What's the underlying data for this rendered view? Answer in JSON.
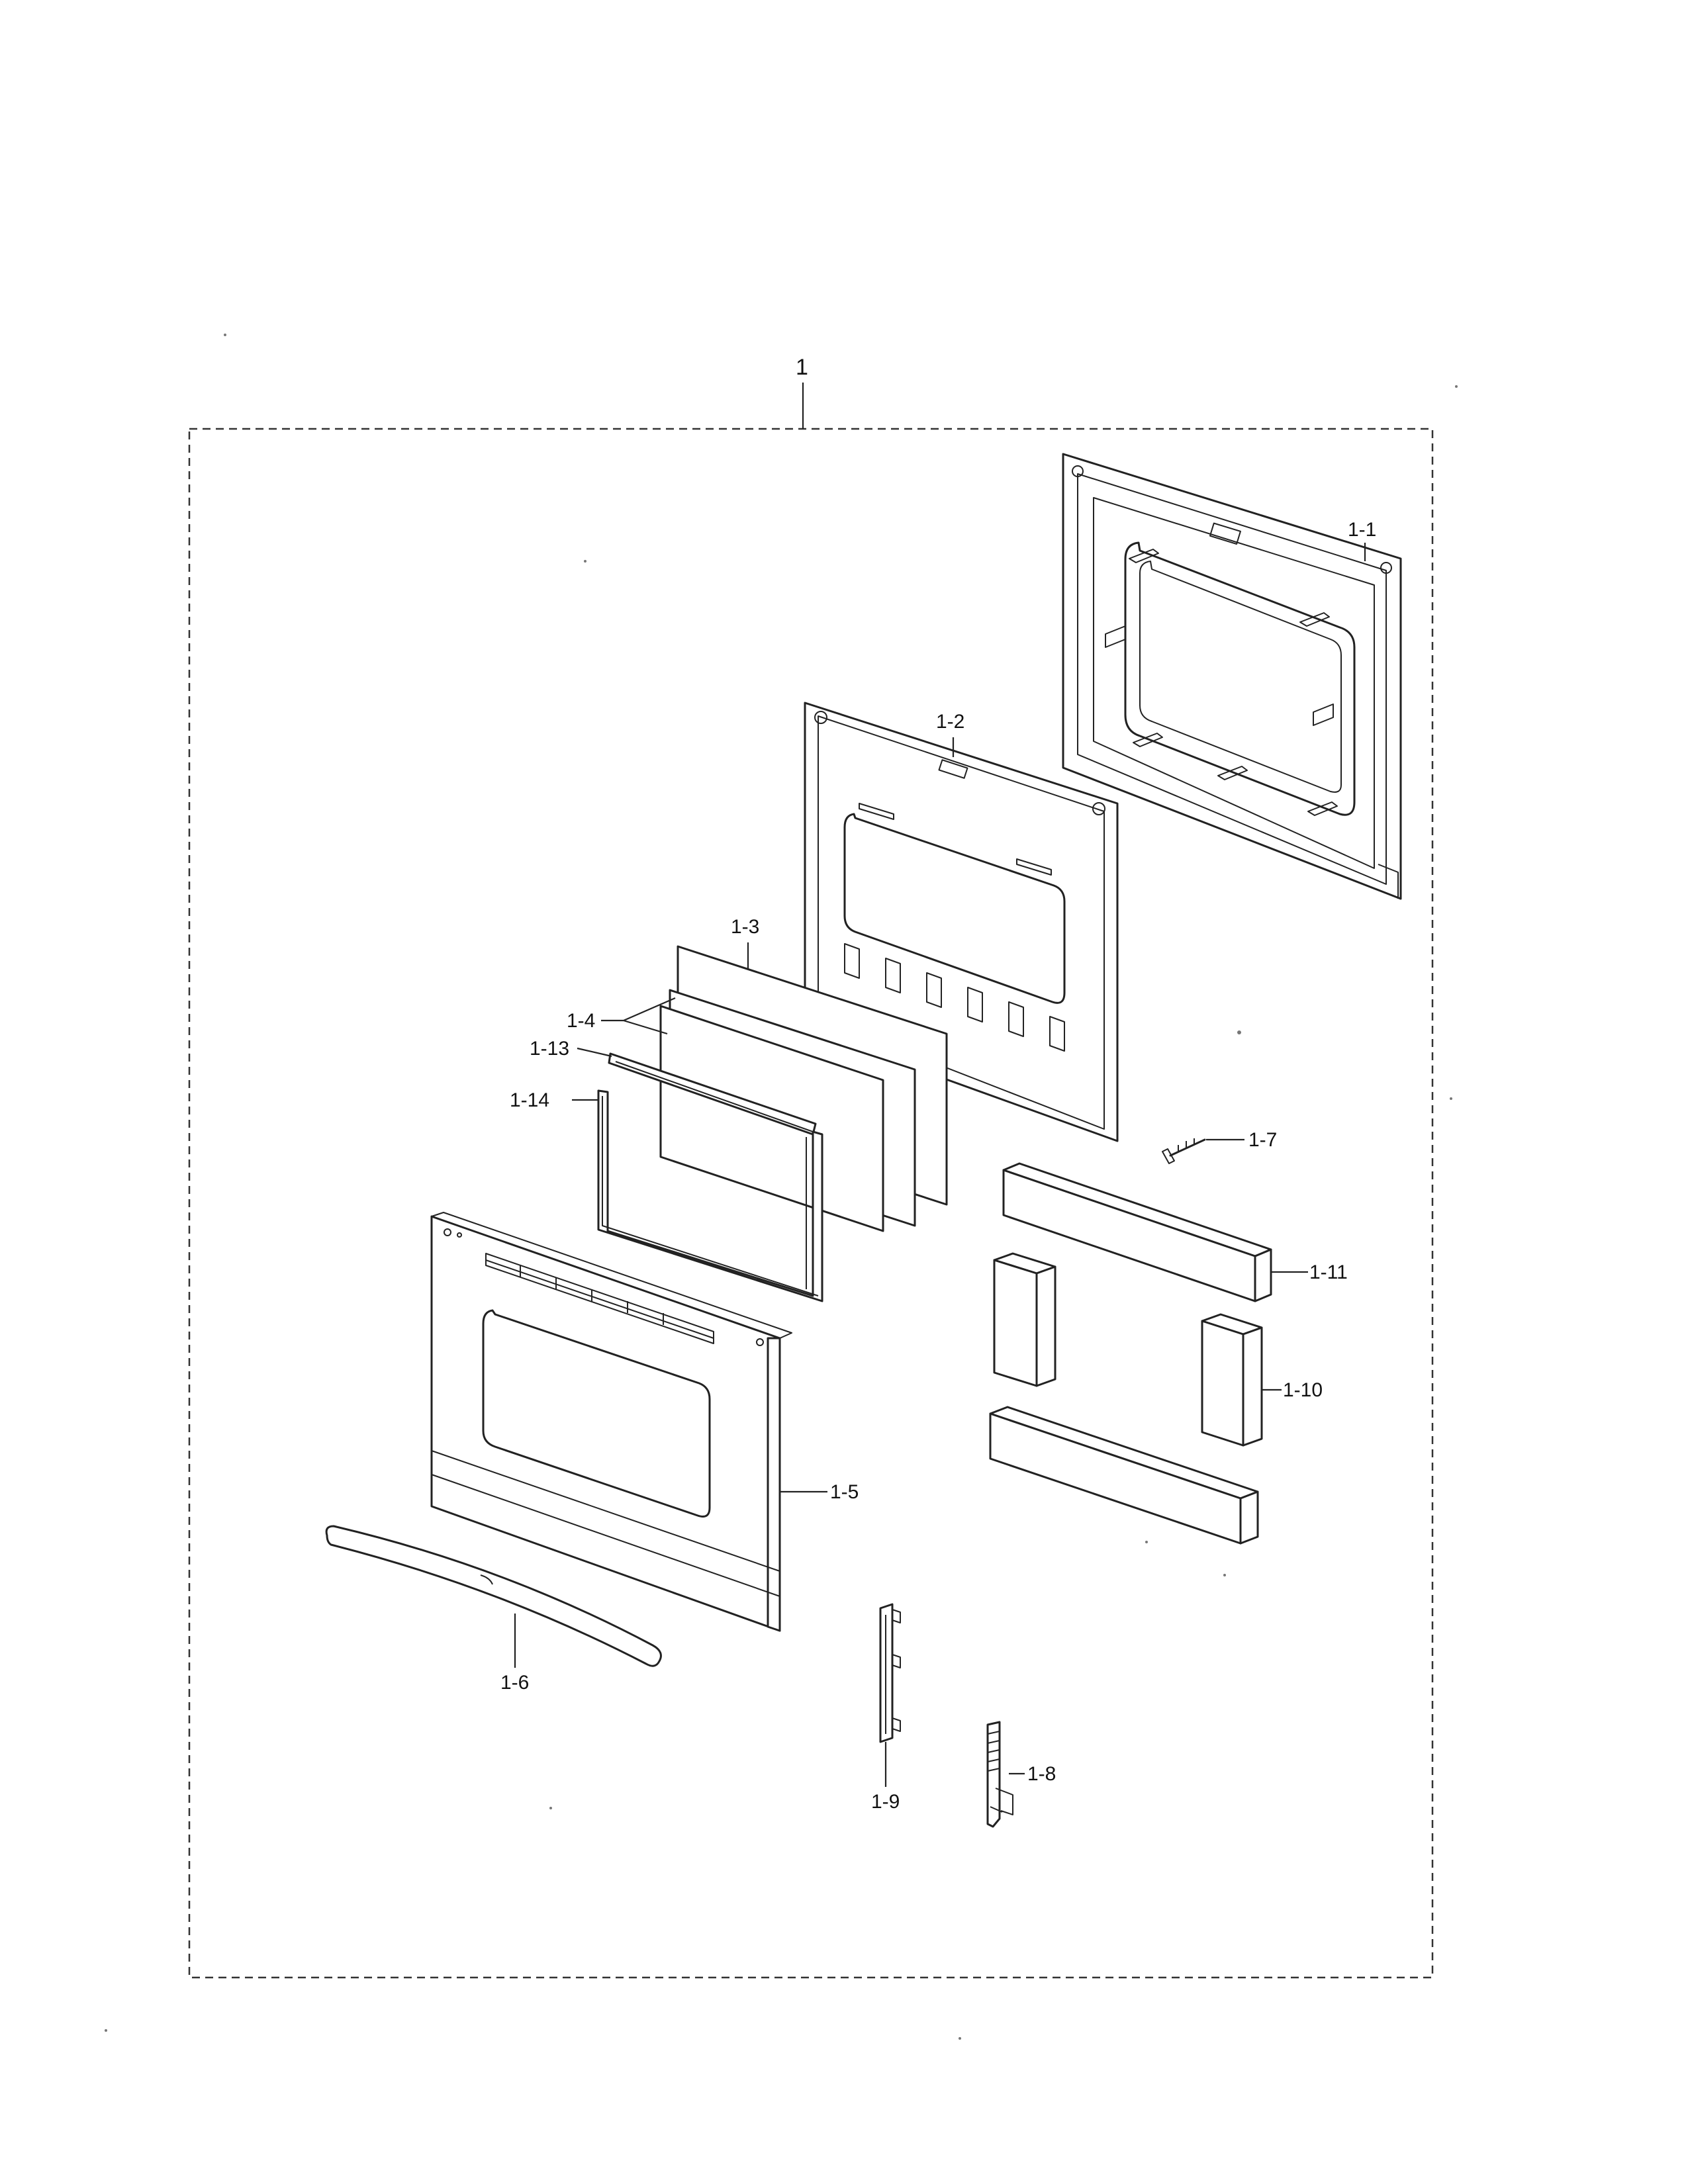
{
  "diagram": {
    "assembly_label": "1",
    "parts": [
      {
        "id": "p1_1",
        "label": "1-1"
      },
      {
        "id": "p1_2",
        "label": "1-2"
      },
      {
        "id": "p1_3",
        "label": "1-3"
      },
      {
        "id": "p1_4",
        "label": "1-4"
      },
      {
        "id": "p1_13",
        "label": "1-13"
      },
      {
        "id": "p1_14",
        "label": "1-14"
      },
      {
        "id": "p1_7",
        "label": "1-7"
      },
      {
        "id": "p1_11",
        "label": "1-11"
      },
      {
        "id": "p1_10",
        "label": "1-10"
      },
      {
        "id": "p1_5",
        "label": "1-5"
      },
      {
        "id": "p1_6",
        "label": "1-6"
      },
      {
        "id": "p1_9",
        "label": "1-9"
      },
      {
        "id": "p1_8",
        "label": "1-8"
      }
    ]
  }
}
